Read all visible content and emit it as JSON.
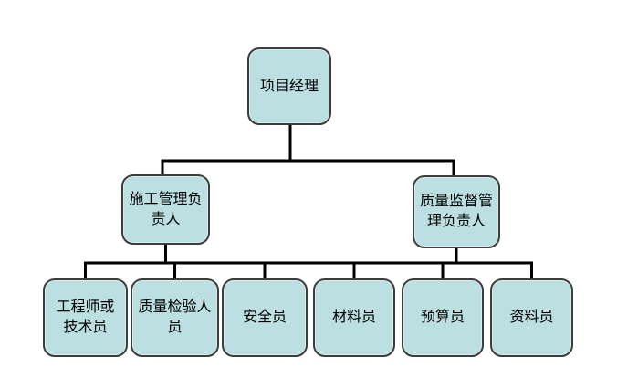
{
  "diagram": {
    "type": "org-chart",
    "colors": {
      "background": "#ffffff",
      "box_fill": "#bcdfe1",
      "box_border": "#3d3d3d",
      "line": "#000000"
    },
    "nodes": {
      "root": {
        "label": "项目经理"
      },
      "level2": [
        {
          "label": "施工管理负责人"
        },
        {
          "label": "质量监督管理负责人"
        }
      ],
      "level3": [
        {
          "label": "工程师或技术员"
        },
        {
          "label": "质量检验人员"
        },
        {
          "label": "安全员"
        },
        {
          "label": "材料员"
        },
        {
          "label": "预算员"
        },
        {
          "label": "资料员"
        }
      ]
    }
  }
}
